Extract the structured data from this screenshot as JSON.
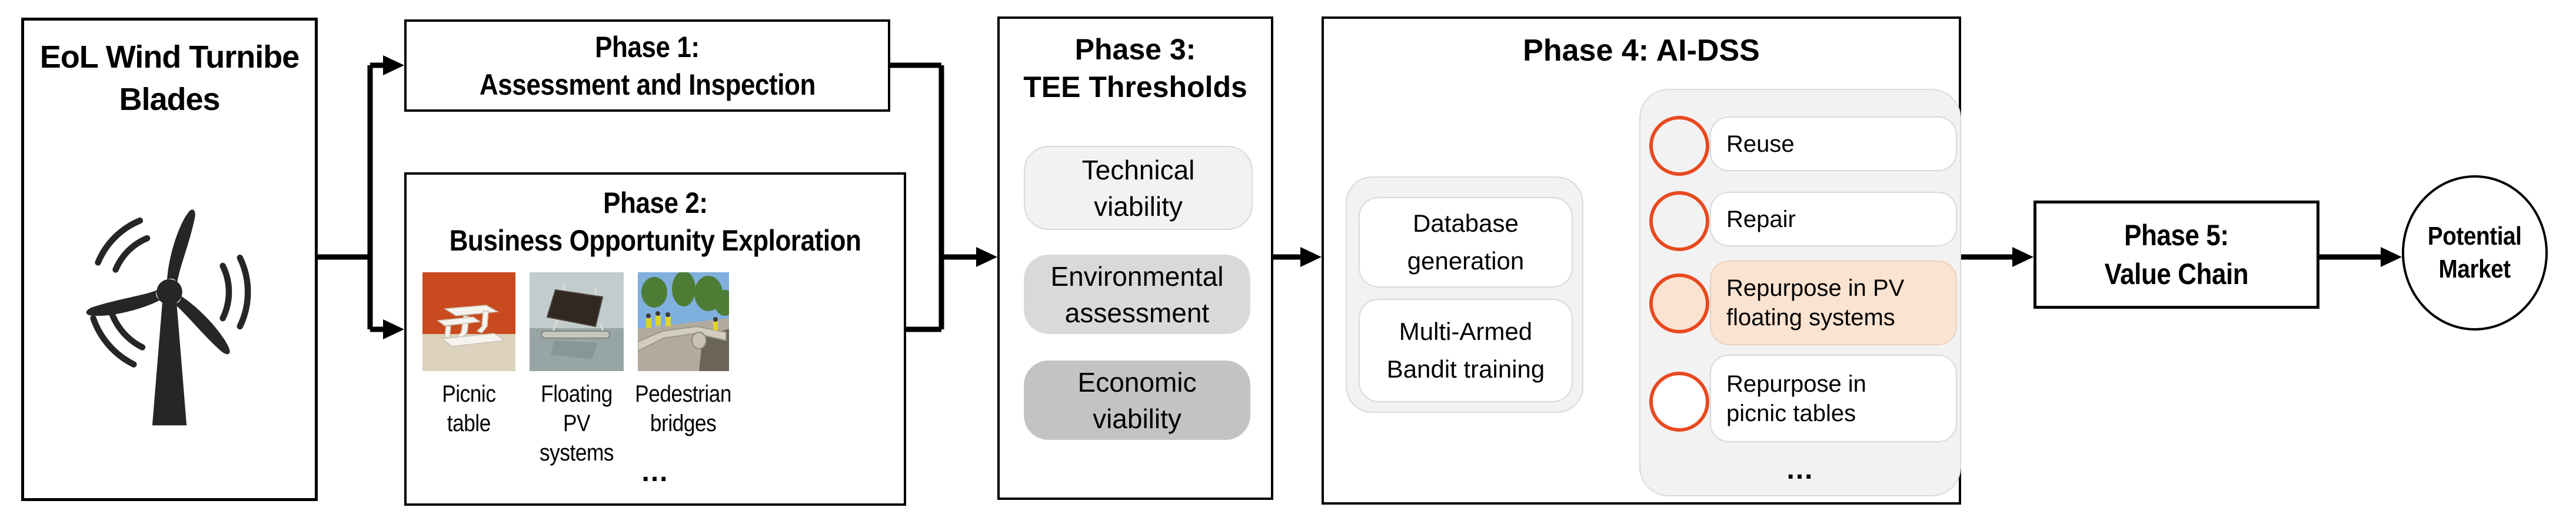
{
  "colors": {
    "accent_orange": "#e8491f",
    "highlight_peach": "#fbe3d1",
    "panel_gray": "#f2f2f2",
    "panel_border": "#d9d9d9",
    "pill_technical": "#f2f2f2",
    "pill_environmental": "#d9d9d9",
    "pill_economic": "#c3c3c3",
    "line_black": "#000000"
  },
  "source": {
    "title_lines": [
      "EoL Wind Turnibe",
      "Blades"
    ]
  },
  "phase1": {
    "title": "Phase 1:",
    "subtitle": "Assessment and Inspection"
  },
  "phase2": {
    "title": "Phase 2:",
    "subtitle": "Business Opportunity Exploration",
    "options": [
      {
        "label_lines": [
          "Picnic",
          "table"
        ]
      },
      {
        "label_lines": [
          "Floating PV",
          "systems"
        ]
      },
      {
        "label_lines": [
          "Pedestrian",
          "bridges"
        ]
      }
    ],
    "ellipsis": "..."
  },
  "phase3": {
    "title": "Phase 3:",
    "subtitle": "TEE Thresholds",
    "criteria": [
      {
        "label_lines": [
          "Technical",
          "viability"
        ]
      },
      {
        "label_lines": [
          "Environmental",
          "assessment"
        ]
      },
      {
        "label_lines": [
          "Economic",
          "viability"
        ]
      }
    ]
  },
  "phase4": {
    "title": "Phase 4: AI-DSS",
    "modules": [
      {
        "label_lines": [
          "Database",
          "generation"
        ]
      },
      {
        "label_lines": [
          "Multi-Armed",
          "Bandit training"
        ]
      }
    ],
    "strategies": [
      {
        "label_lines": [
          "Reuse"
        ],
        "highlighted": false
      },
      {
        "label_lines": [
          "Repair"
        ],
        "highlighted": false
      },
      {
        "label_lines": [
          "Repurpose in PV",
          "floating systems"
        ],
        "highlighted": true
      },
      {
        "label_lines": [
          "Repurpose in",
          "picnic tables"
        ],
        "highlighted": false
      }
    ],
    "ellipsis": "..."
  },
  "phase5": {
    "title": "Phase 5:",
    "subtitle": "Value Chain"
  },
  "market": {
    "label_lines": [
      "Potential",
      "Market"
    ]
  }
}
